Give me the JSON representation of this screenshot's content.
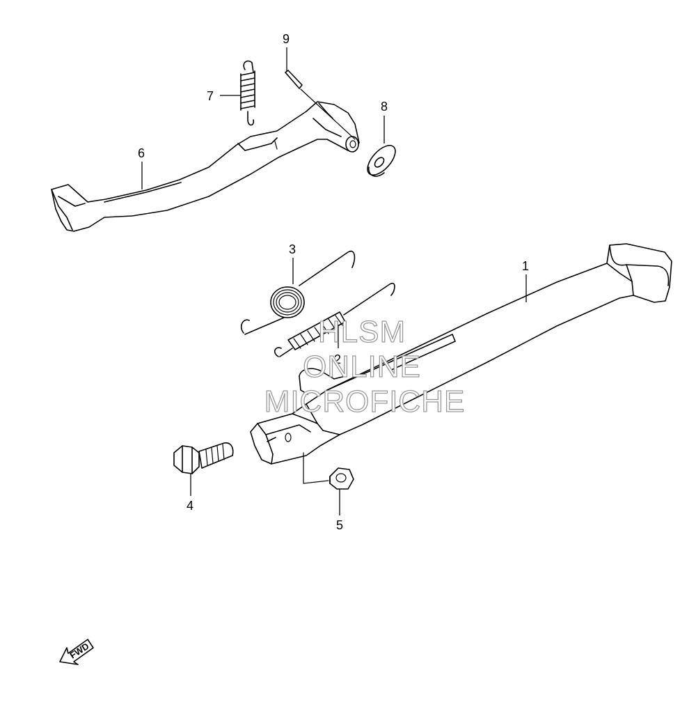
{
  "callouts": {
    "c1": "1",
    "c2": "2",
    "c3": "3",
    "c4": "4",
    "c5": "5",
    "c6": "6",
    "c7": "7",
    "c8": "8",
    "c9": "9"
  },
  "watermark": {
    "line1": "HLSM",
    "line2": "ONLINE",
    "line3": "MICROFICHE"
  },
  "direction_indicator": {
    "label": "FWD",
    "icon": "forward-arrow-icon"
  },
  "colors": {
    "line": "#000000",
    "background": "#ffffff",
    "watermark": "#9a9a9a"
  }
}
